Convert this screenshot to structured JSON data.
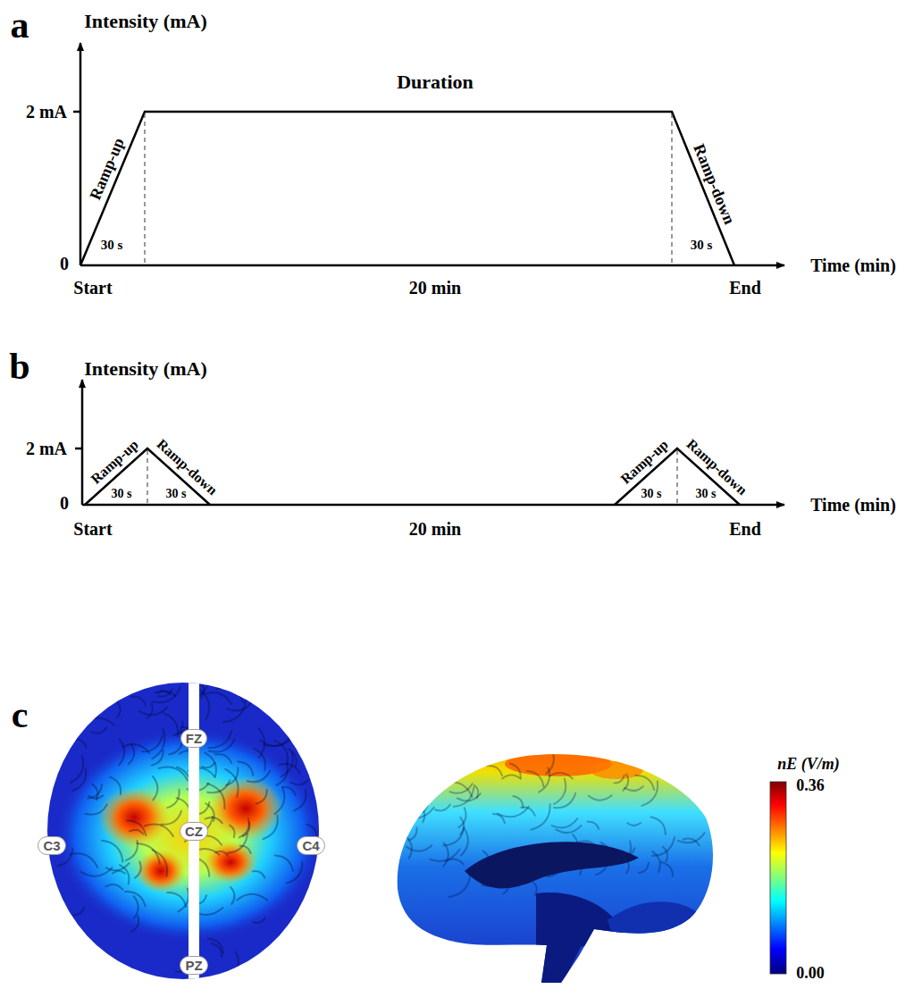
{
  "diagram": {
    "labels": [
      "a",
      "Intensity (mA)",
      "2 mA",
      "0",
      "Duration",
      "Ramp-up",
      "Ramp-down",
      "30 s",
      "30 s",
      "Start",
      "20 min",
      "End",
      "Time (min)",
      "b",
      "Intensity (mA)",
      "2 mA",
      "0",
      "Ramp-up",
      "Ramp-down",
      "30 s",
      "30 s",
      "Ramp-up",
      "Ramp-down",
      "30 s",
      "30 s",
      "Start",
      "20 min",
      "End",
      "Time (min)",
      "c",
      "FZ",
      "C3",
      "CZ",
      "C4",
      "PZ",
      "nE (V/m)",
      "0.36",
      "0.00"
    ]
  }
}
